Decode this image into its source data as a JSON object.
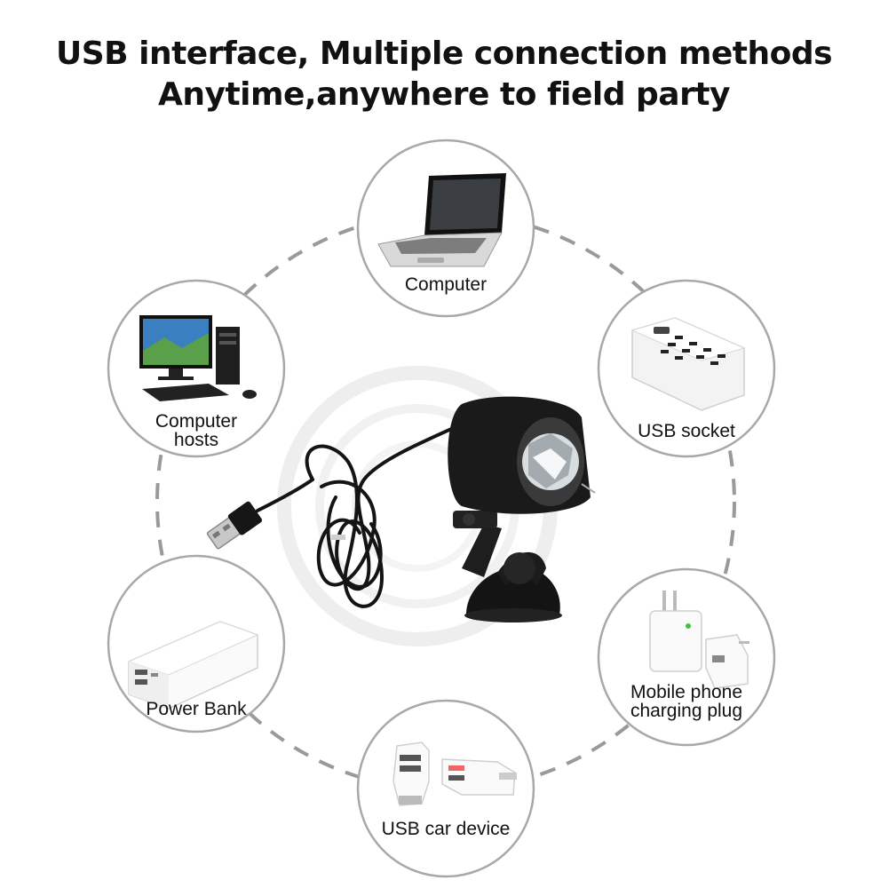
{
  "headline": {
    "line1": "USB interface, Multiple connection methods",
    "line2": "Anytime,anywhere to field party"
  },
  "product": {
    "name_icon": "usb-disco-ball-light-icon",
    "cable_icon": "usb-cable-icon"
  },
  "connections": [
    {
      "id": "computer",
      "label_lines": [
        "Computer"
      ],
      "icon": "laptop-icon"
    },
    {
      "id": "usb-socket",
      "label_lines": [
        "USB socket"
      ],
      "icon": "usb-hub-icon"
    },
    {
      "id": "mobile-plug",
      "label_lines": [
        "Mobile phone",
        "charging plug"
      ],
      "icon": "charging-plug-icon"
    },
    {
      "id": "car-device",
      "label_lines": [
        "USB car device"
      ],
      "icon": "car-charger-icon"
    },
    {
      "id": "power-bank",
      "label_lines": [
        "Power Bank"
      ],
      "icon": "power-bank-icon"
    },
    {
      "id": "computer-hosts",
      "label_lines": [
        "Computer",
        "hosts"
      ],
      "icon": "desktop-computer-icon"
    }
  ],
  "colors": {
    "ring_dash": "#9a9a9a",
    "circle_border": "#a8a8a8",
    "product_body": "#1b1b1b",
    "halo": "#e6e6e6"
  }
}
